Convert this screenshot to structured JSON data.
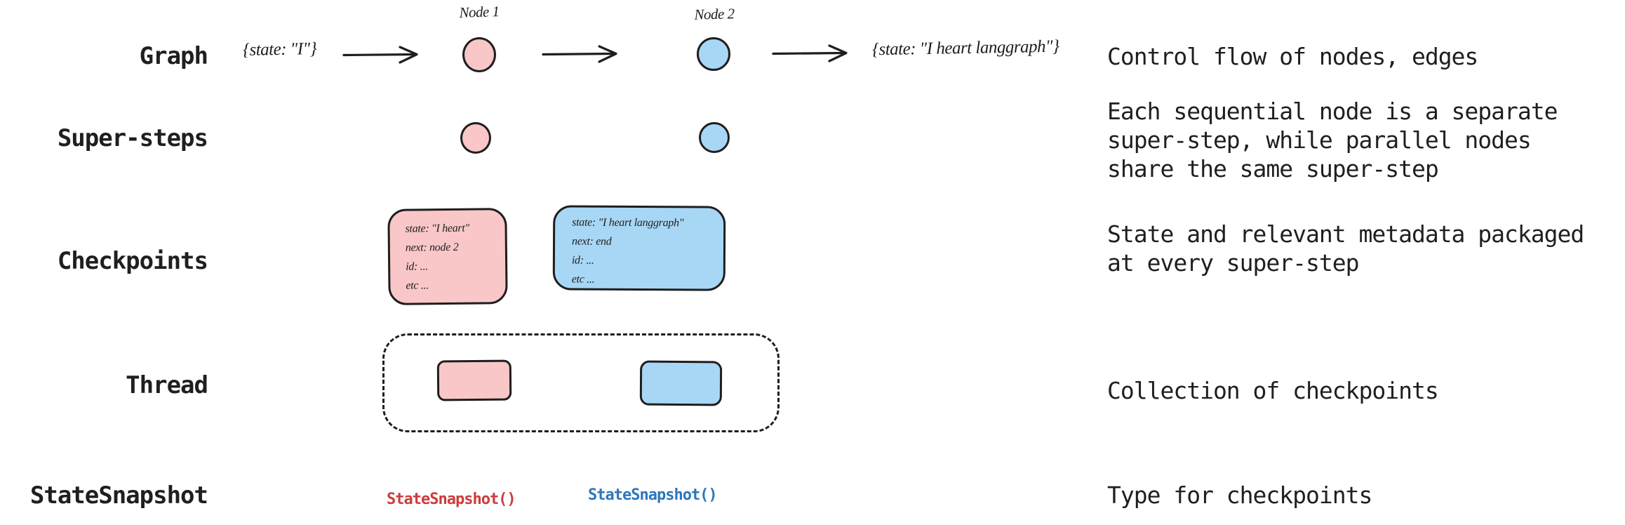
{
  "colors": {
    "pink_fill": "#f9c7c8",
    "blue_fill": "#a8d7f5",
    "stroke": "#1e1e1e",
    "red_code": "#ce3b3b",
    "blue_code": "#2e76bc",
    "text": "#1f1f1f"
  },
  "rows": {
    "graph": {
      "label": "Graph",
      "input_state": "{state: \"I\"}",
      "node1_label": "Node 1",
      "node2_label": "Node 2",
      "output_state": "{state: \"I heart langgraph\"}",
      "description": "Control flow of nodes, edges"
    },
    "super_steps": {
      "label": "Super-steps",
      "description_lines": [
        "Each sequential node is a separate",
        "super-step, while parallel nodes",
        "share the same super-step"
      ]
    },
    "checkpoints": {
      "label": "Checkpoints",
      "pink_box_lines": [
        "state: \"I heart\"",
        "next: node 2",
        "id: ...",
        "etc ..."
      ],
      "blue_box_lines": [
        "state: \"I heart langgraph\"",
        "next: end",
        "id: ...",
        "etc ..."
      ],
      "description_lines": [
        "State and relevant metadata packaged",
        "at every super-step"
      ]
    },
    "thread": {
      "label": "Thread",
      "description": "Collection of checkpoints"
    },
    "state_snapshot": {
      "label": "StateSnapshot",
      "pink_code": "StateSnapshot()",
      "blue_code": "StateSnapshot()",
      "description": "Type for checkpoints"
    }
  }
}
